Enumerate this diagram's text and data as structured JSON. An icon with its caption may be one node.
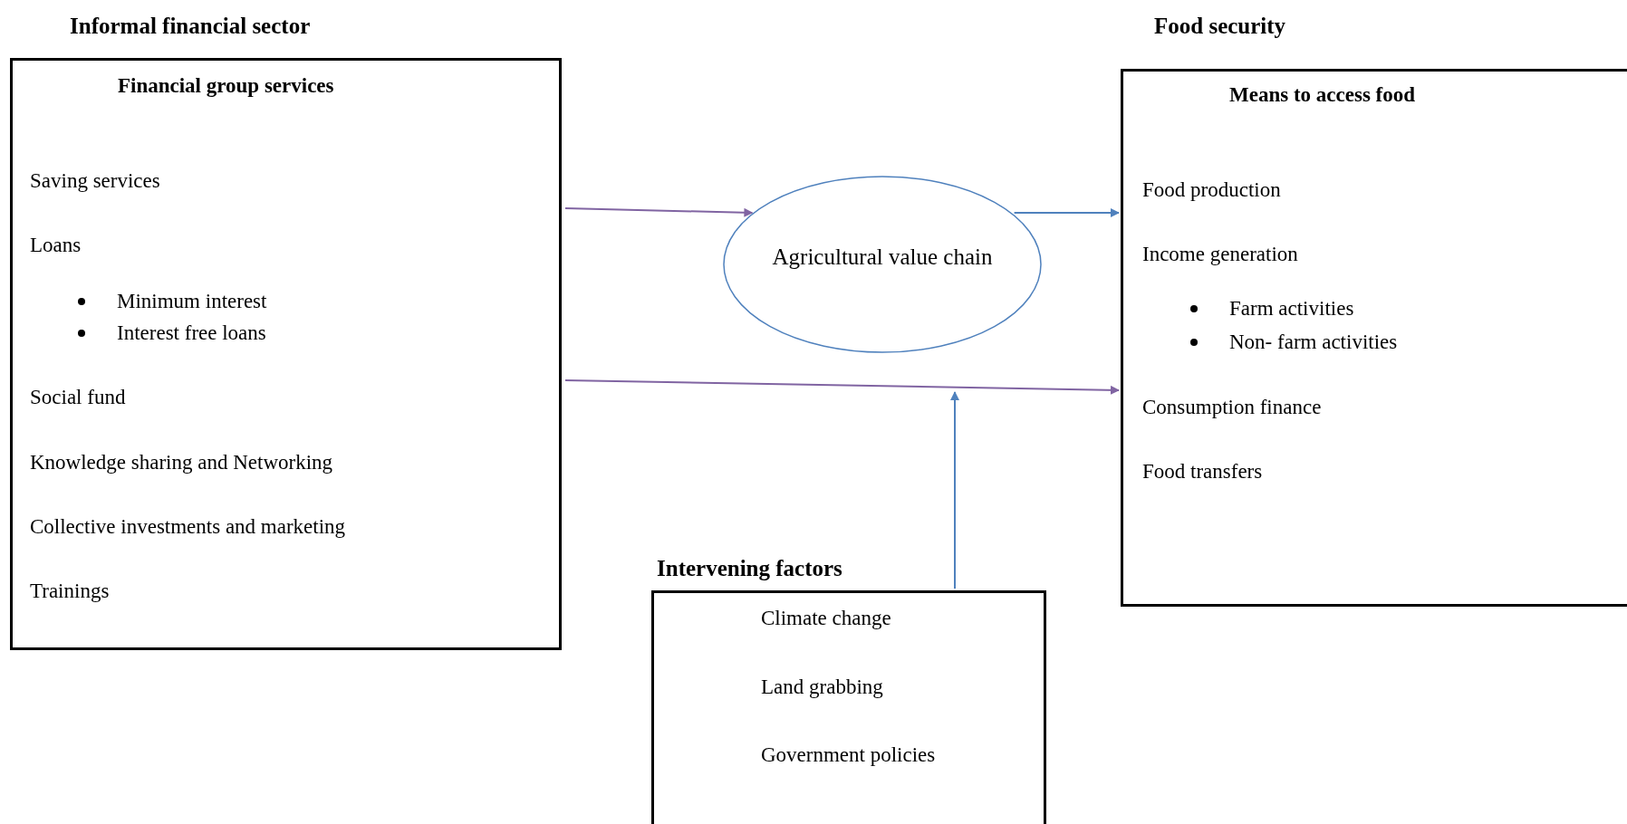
{
  "diagram": {
    "nodes": [
      {
        "text": [
          "Informal financial sector",
          "Financial group services",
          "Saving services",
          "Loans",
          "Minimum interest",
          "Interest free loans",
          "Social fund",
          "Knowledge sharing and Networking",
          "Collective investments and marketing",
          "Trainings"
        ]
      },
      {
        "text": [
          "Agricultural value chain"
        ]
      },
      {
        "text": [
          "Food security",
          "Means to access food",
          "Food production",
          "Income generation",
          "Farm activities",
          "Non- farm activities",
          "Consumption finance",
          "Food transfers"
        ]
      },
      {
        "text": [
          "Intervening factors",
          "Climate change",
          "Land grabbing",
          "Government policies"
        ]
      }
    ],
    "edges": [
      {
        "from": 0,
        "to": 1,
        "arrow": "to",
        "color": "#8064a2"
      },
      {
        "from": 1,
        "to": 2,
        "arrow": "to",
        "color": "#4f81bd"
      },
      {
        "from": 0,
        "to": 2,
        "arrow": "to",
        "color": "#8064a2"
      },
      {
        "from": 3,
        "to": null,
        "arrow": "to",
        "color": "#4f81bd"
      }
    ]
  }
}
